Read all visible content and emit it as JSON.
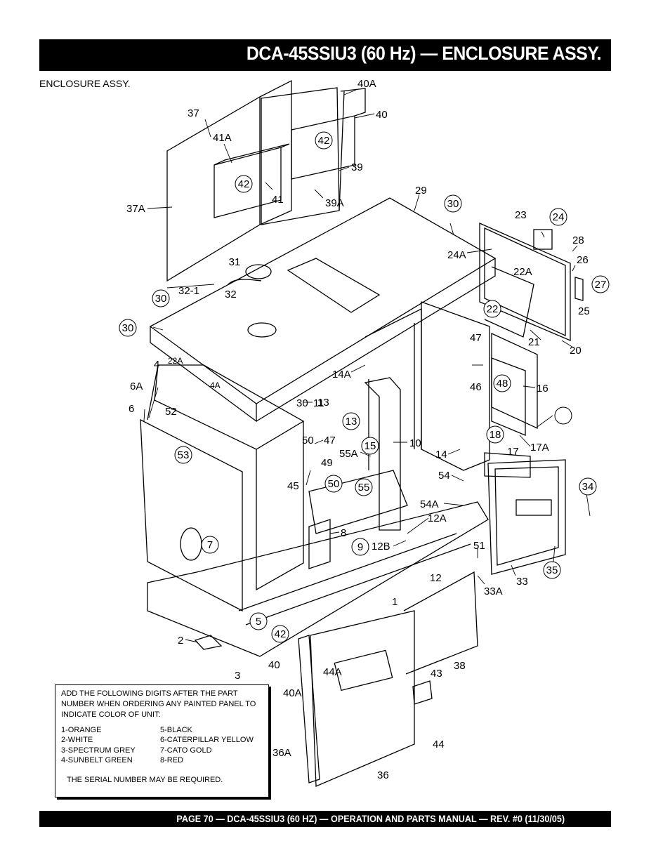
{
  "header": {
    "title": "DCA-45SSIU3 (60 Hz) — ENCLOSURE  ASSY."
  },
  "subtitle": "ENCLOSURE ASSY.",
  "callouts": {
    "plain": [
      "40A",
      "40",
      "37",
      "41A",
      "39",
      "37A",
      "41",
      "39A",
      "29",
      "23",
      "28",
      "24A",
      "26",
      "22A",
      "25",
      "32-1",
      "32",
      "30",
      "21",
      "20",
      "22A",
      "4",
      "4A",
      "14A",
      "47",
      "46",
      "16",
      "6A",
      "6",
      "11",
      "13",
      "19",
      "52",
      "17",
      "17A",
      "47",
      "10",
      "55A",
      "14",
      "49",
      "45",
      "54",
      "50",
      "54A",
      "12A",
      "8",
      "12B",
      "51",
      "12",
      "1",
      "33A",
      "33",
      "2",
      "3",
      "40",
      "44A",
      "43",
      "38",
      "40A",
      "36A",
      "44",
      "36"
    ],
    "circled": [
      "42",
      "42",
      "30",
      "24",
      "31",
      "27",
      "30",
      "30",
      "22",
      "48",
      "18",
      "15",
      "53",
      "55",
      "34",
      "7",
      "9",
      "35",
      "5",
      "42"
    ]
  },
  "note": {
    "intro": "ADD THE FOLLOWING DIGITS AFTER THE PART NUMBER WHEN ORDERING ANY PAINTED PANEL TO INDICATE COLOR OF UNIT:",
    "colors": [
      "1-ORANGE",
      "2-WHITE",
      "3-SPECTRUM GREY",
      "4-SUNBELT GREEN",
      "5-BLACK",
      "6-CATERPILLAR YELLOW",
      "7-CATO GOLD",
      "8-RED"
    ],
    "serial": "THE SERIAL NUMBER MAY BE REQUIRED."
  },
  "footer": {
    "text": "PAGE 70 — DCA-45SSIU3 (60 HZ) —  OPERATION AND PARTS  MANUAL — REV. #0  (11/30/05)"
  }
}
